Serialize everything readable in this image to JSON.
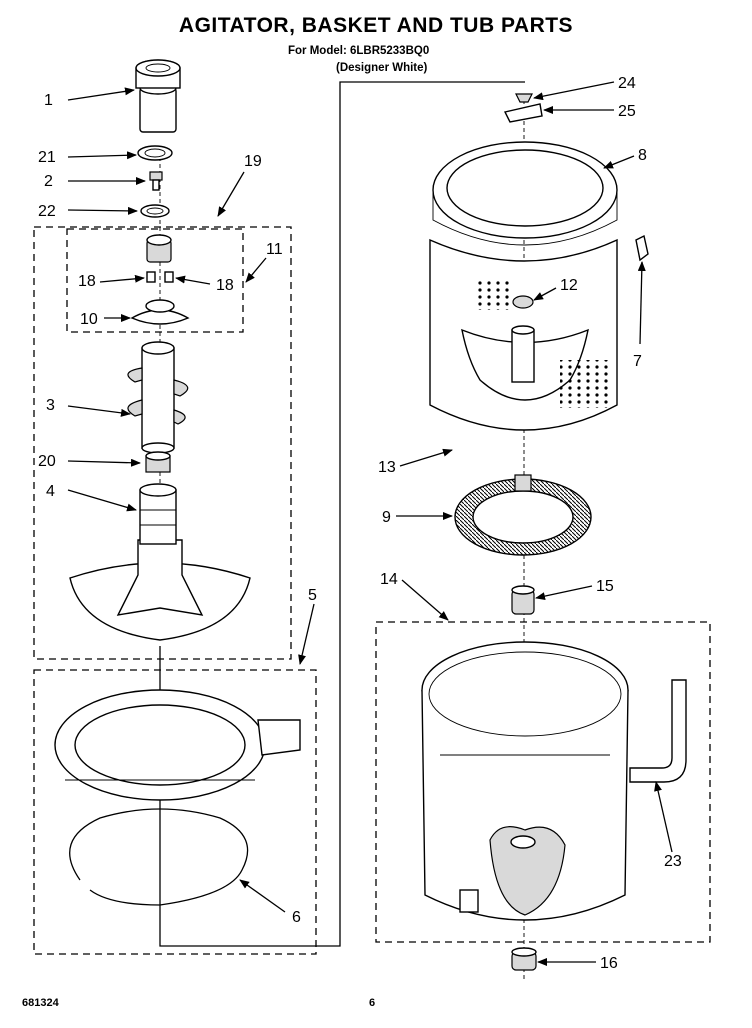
{
  "header": {
    "title": "AGITATOR, BASKET AND TUB PARTS",
    "model": "For Model: 6LBR5233BQ0",
    "color": "(Designer White)"
  },
  "footer": {
    "code": "681324",
    "page": "6"
  },
  "callouts": {
    "c1": "1",
    "c21": "21",
    "c2": "2",
    "c22": "22",
    "c19": "19",
    "c11": "11",
    "c18a": "18",
    "c18b": "18",
    "c10": "10",
    "c3": "3",
    "c20": "20",
    "c4": "4",
    "c5": "5",
    "c6": "6",
    "c24": "24",
    "c25": "25",
    "c8": "8",
    "c12": "12",
    "c7": "7",
    "c13": "13",
    "c9": "9",
    "c14": "14",
    "c15": "15",
    "c23": "23",
    "c16": "16"
  }
}
